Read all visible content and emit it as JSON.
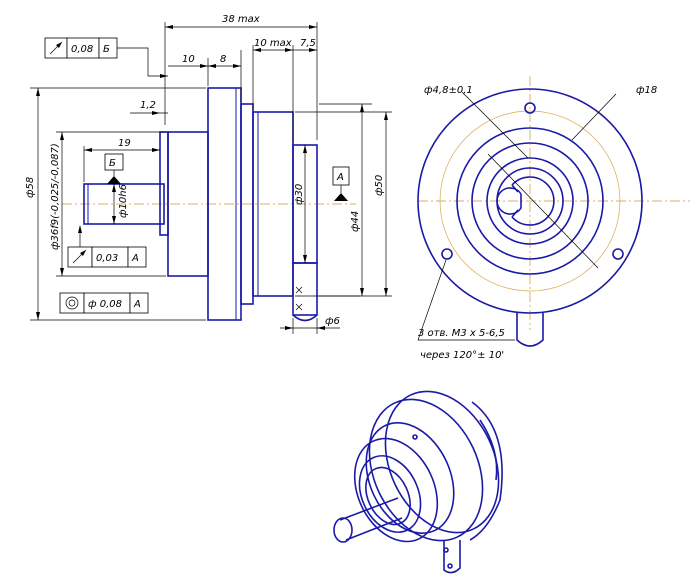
{
  "dimensions": {
    "overall_length": "38 max",
    "flange_width": "10",
    "body_step": "8",
    "boss_length": "10 max",
    "boss_offset": "7,5",
    "shoulder": "1,2",
    "shaft_length": "19",
    "outer_diameter": "ф58",
    "pilot_diameter": "ф36f9(-0,025/-0,087)",
    "pilot_tol_upper": "-0,025",
    "pilot_tol_lower": "-0,087",
    "shaft_diameter": "ф10h6",
    "boss_diameter": "ф30",
    "body_diameter": "ф44",
    "face_diameter": "ф50",
    "pin_diameter": "ф6",
    "hole_diameter": "ф4,8±0,1",
    "bore_diameter": "ф18",
    "holes_note_line1": "3 отв. М3 х 5-6,5",
    "holes_note_line2": "через 120°± 10'"
  },
  "tolerance_frames": [
    {
      "symbol": "runout-arrow-icon",
      "value": "0,08",
      "datum": "Б"
    },
    {
      "symbol": "runout-arrow-icon",
      "value": "0,03",
      "datum": "А"
    },
    {
      "symbol": "concentricity-icon",
      "value": "ф 0,08",
      "datum": "А"
    }
  ],
  "datums": {
    "a": "А",
    "b": "Б"
  },
  "colors": {
    "part": "#1a1aa8",
    "axis": "#c9962e",
    "dimension": "#000000"
  }
}
